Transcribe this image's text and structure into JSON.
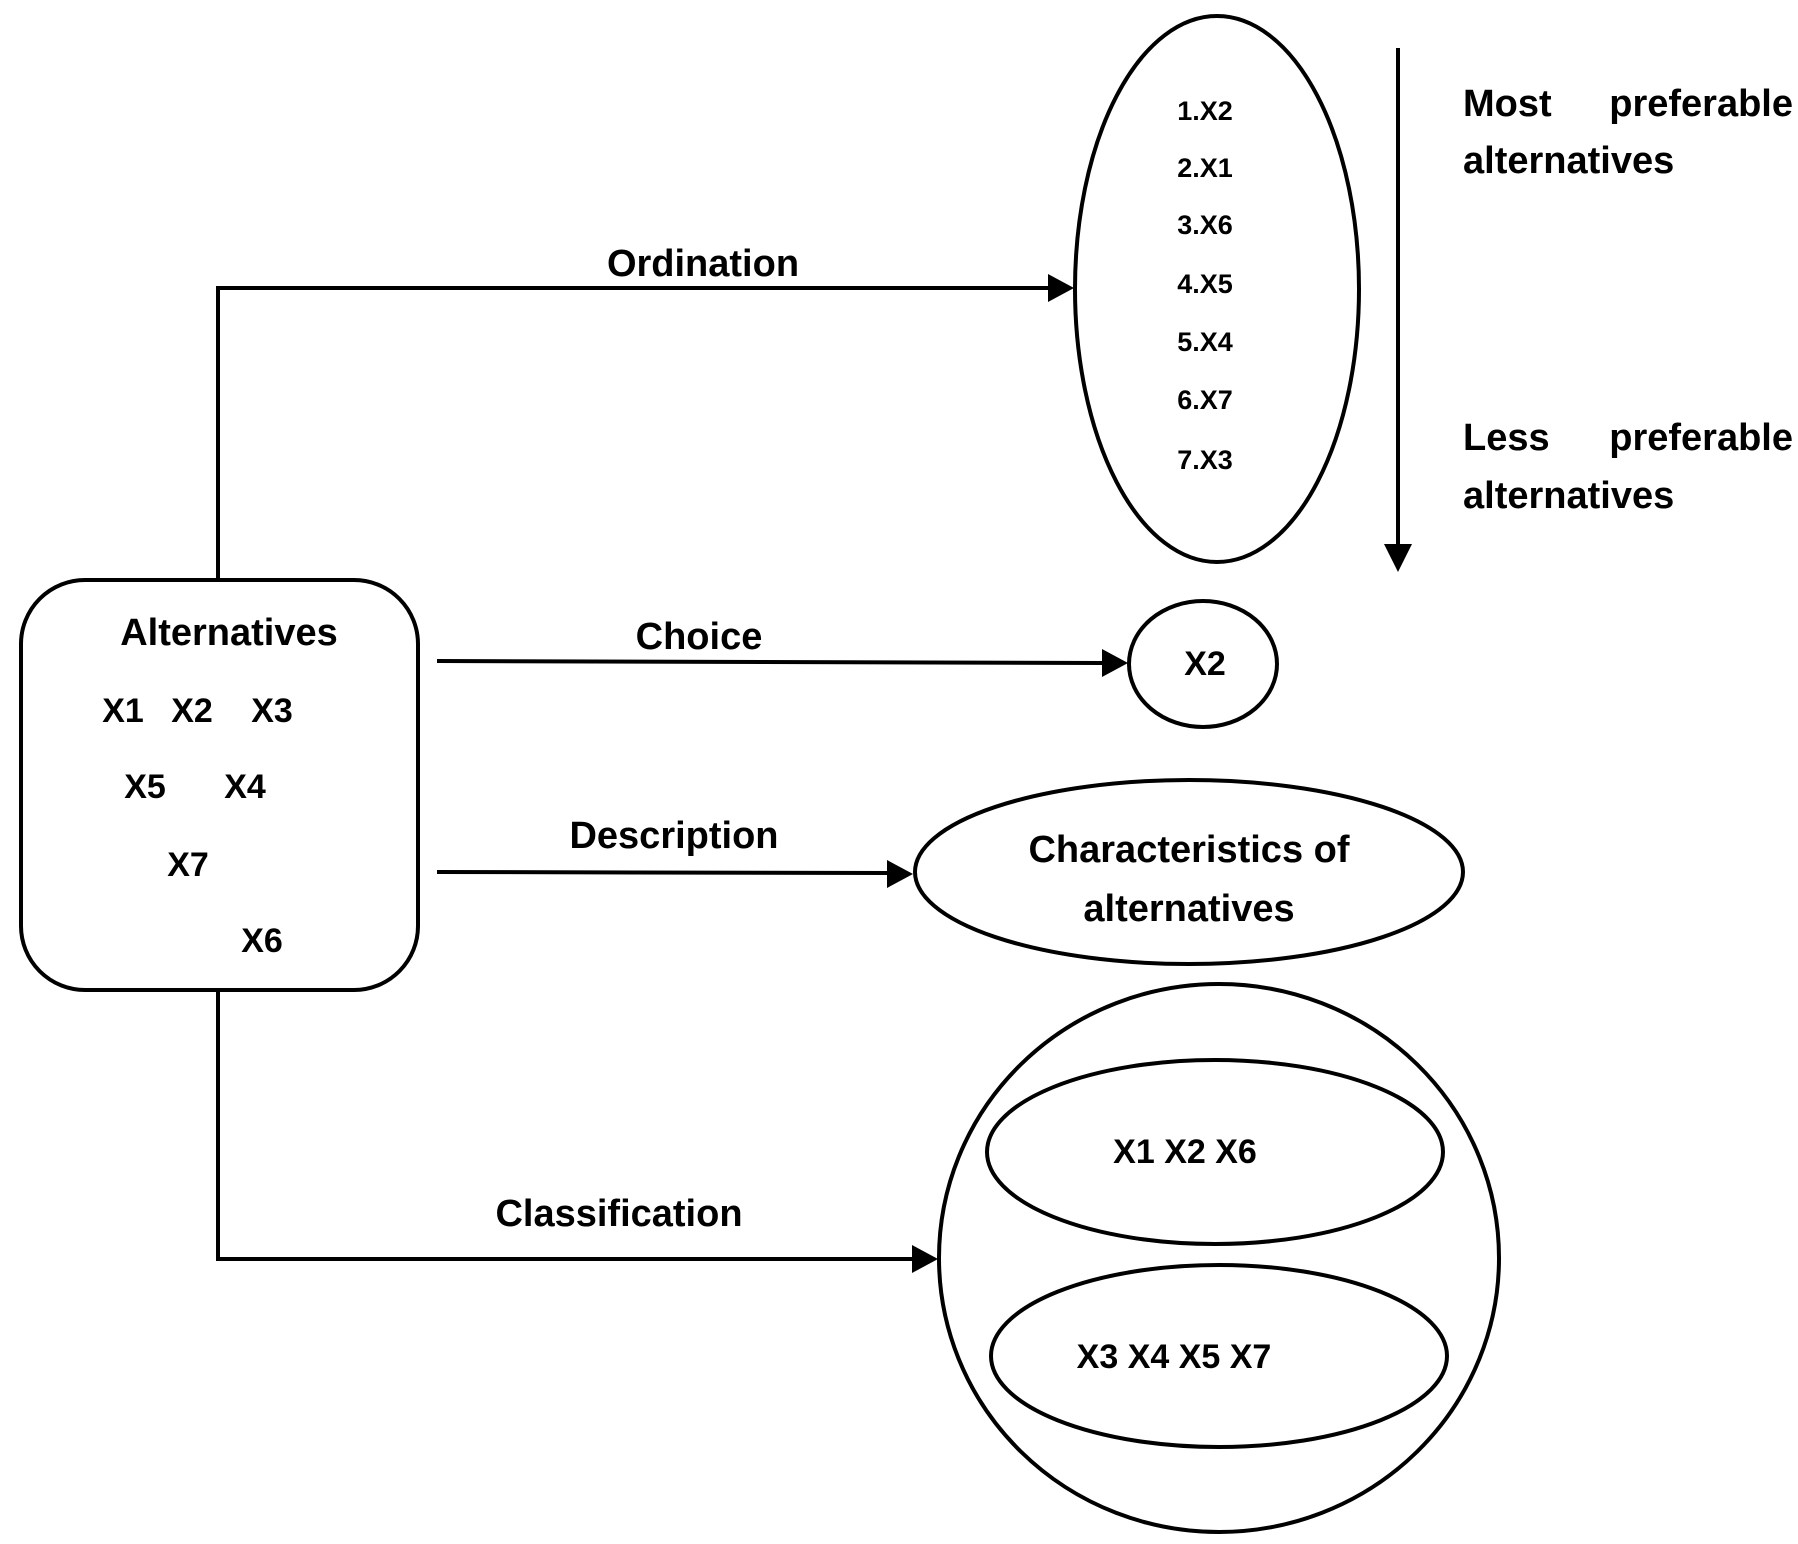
{
  "source": {
    "title": "Alternatives",
    "items": [
      "X1",
      "X2",
      "X3",
      "X5",
      "X4",
      "X7",
      "X6"
    ]
  },
  "branches": {
    "ordination": {
      "label": "Ordination",
      "ranking": [
        "1.X2",
        "2.X1",
        "3.X6",
        "4.X5",
        "5.X4",
        "6.X7",
        "7.X3"
      ],
      "top_label": [
        "Most",
        "preferable",
        "alternatives"
      ],
      "bottom_label": [
        "Less",
        "preferable",
        "alternatives"
      ]
    },
    "choice": {
      "label": "Choice",
      "result": "X2"
    },
    "description": {
      "label": "Description",
      "result_lines": [
        "Characteristics of",
        "alternatives"
      ]
    },
    "classification": {
      "label": "Classification",
      "classes": [
        "X1 X2 X6",
        "X3 X4 X5 X7"
      ]
    }
  }
}
